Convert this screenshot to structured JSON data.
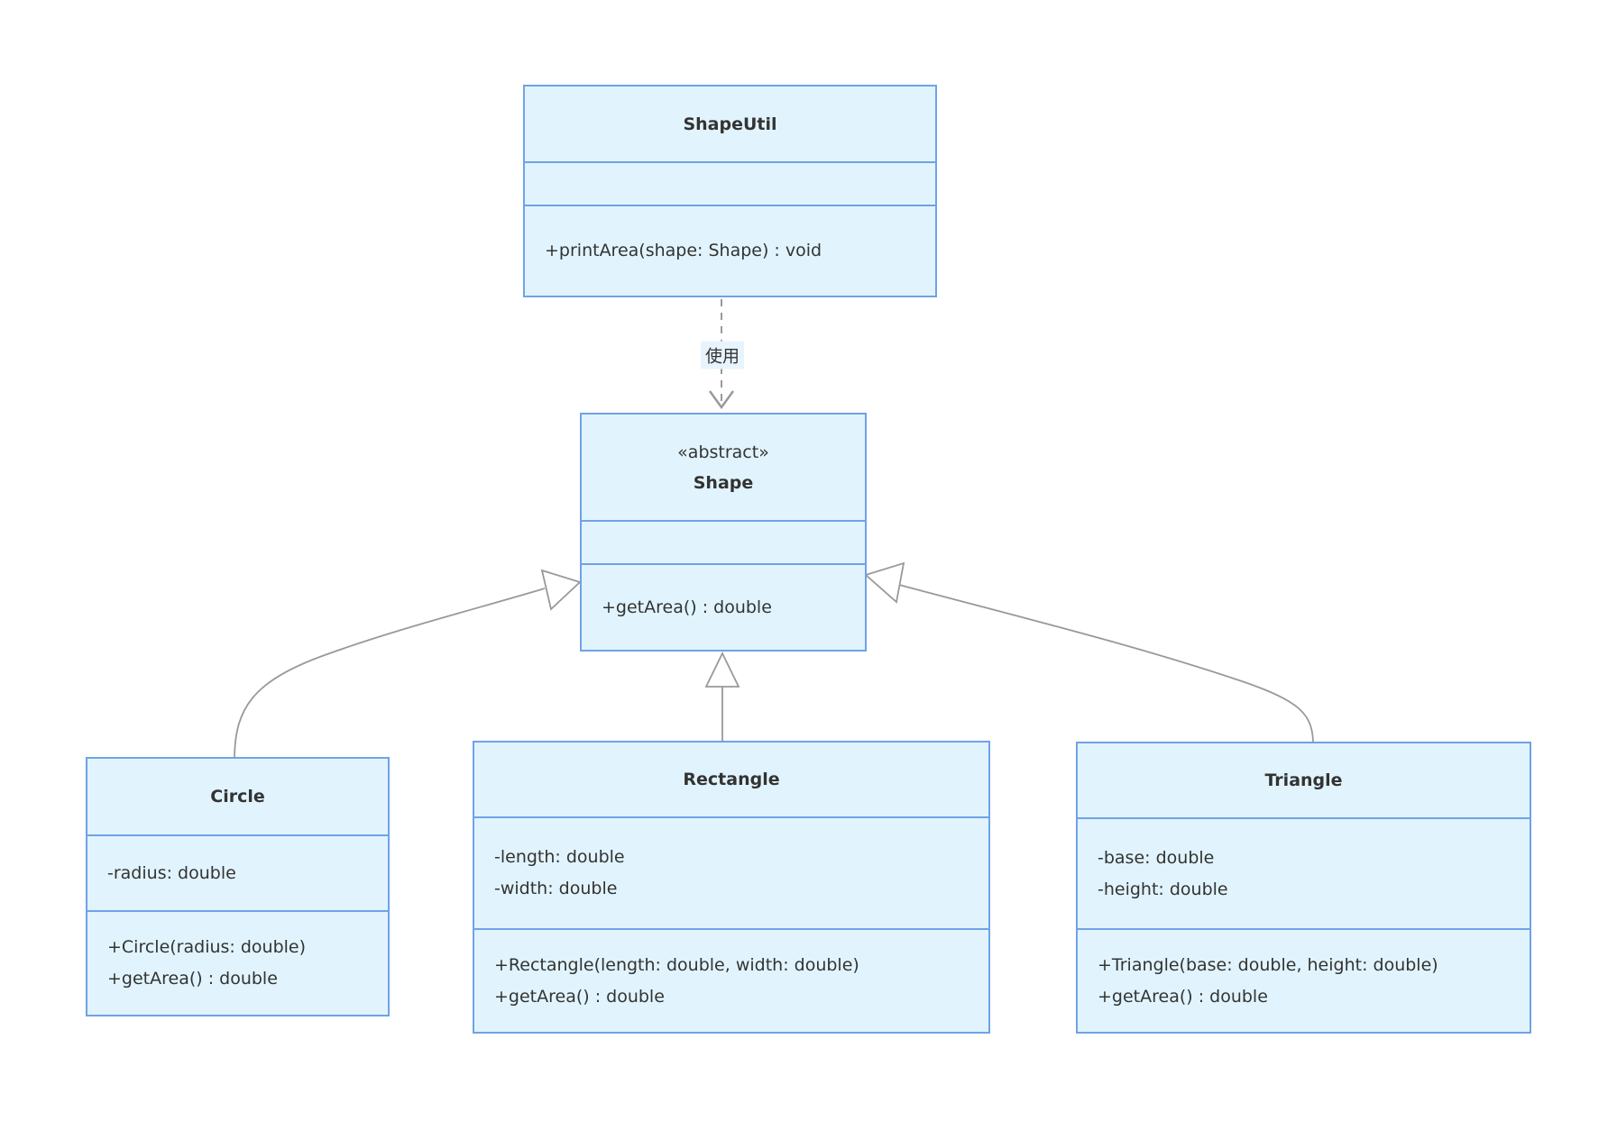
{
  "diagram": {
    "kind": "uml-class-diagram",
    "colors": {
      "class_fill": "#E1F4FD",
      "class_border": "#6FA2E8",
      "edge": "#999999",
      "text": "#333333",
      "edge_label_bg": "#E8F4FD"
    },
    "classes": {
      "shapeutil": {
        "name": "ShapeUtil",
        "attributes": [],
        "methods": [
          "+printArea(shape: Shape) : void"
        ]
      },
      "shape": {
        "annotation": "«abstract»",
        "name": "Shape",
        "attributes": [],
        "methods": [
          "+getArea() : double"
        ]
      },
      "circle": {
        "name": "Circle",
        "attributes": [
          "-radius: double"
        ],
        "methods": [
          "+Circle(radius: double)",
          "+getArea() : double"
        ]
      },
      "rectangle": {
        "name": "Rectangle",
        "attributes": [
          "-length: double",
          "-width: double"
        ],
        "methods": [
          "+Rectangle(length: double, width: double)",
          "+getArea() : double"
        ]
      },
      "triangle": {
        "name": "Triangle",
        "attributes": [
          "-base: double",
          "-height: double"
        ],
        "methods": [
          "+Triangle(base: double, height: double)",
          "+getArea() : double"
        ]
      }
    },
    "relationships": [
      {
        "from": "ShapeUtil",
        "to": "Shape",
        "type": "dependency",
        "label": "使用"
      },
      {
        "from": "Circle",
        "to": "Shape",
        "type": "inheritance",
        "label": ""
      },
      {
        "from": "Rectangle",
        "to": "Shape",
        "type": "inheritance",
        "label": ""
      },
      {
        "from": "Triangle",
        "to": "Shape",
        "type": "inheritance",
        "label": ""
      }
    ]
  }
}
